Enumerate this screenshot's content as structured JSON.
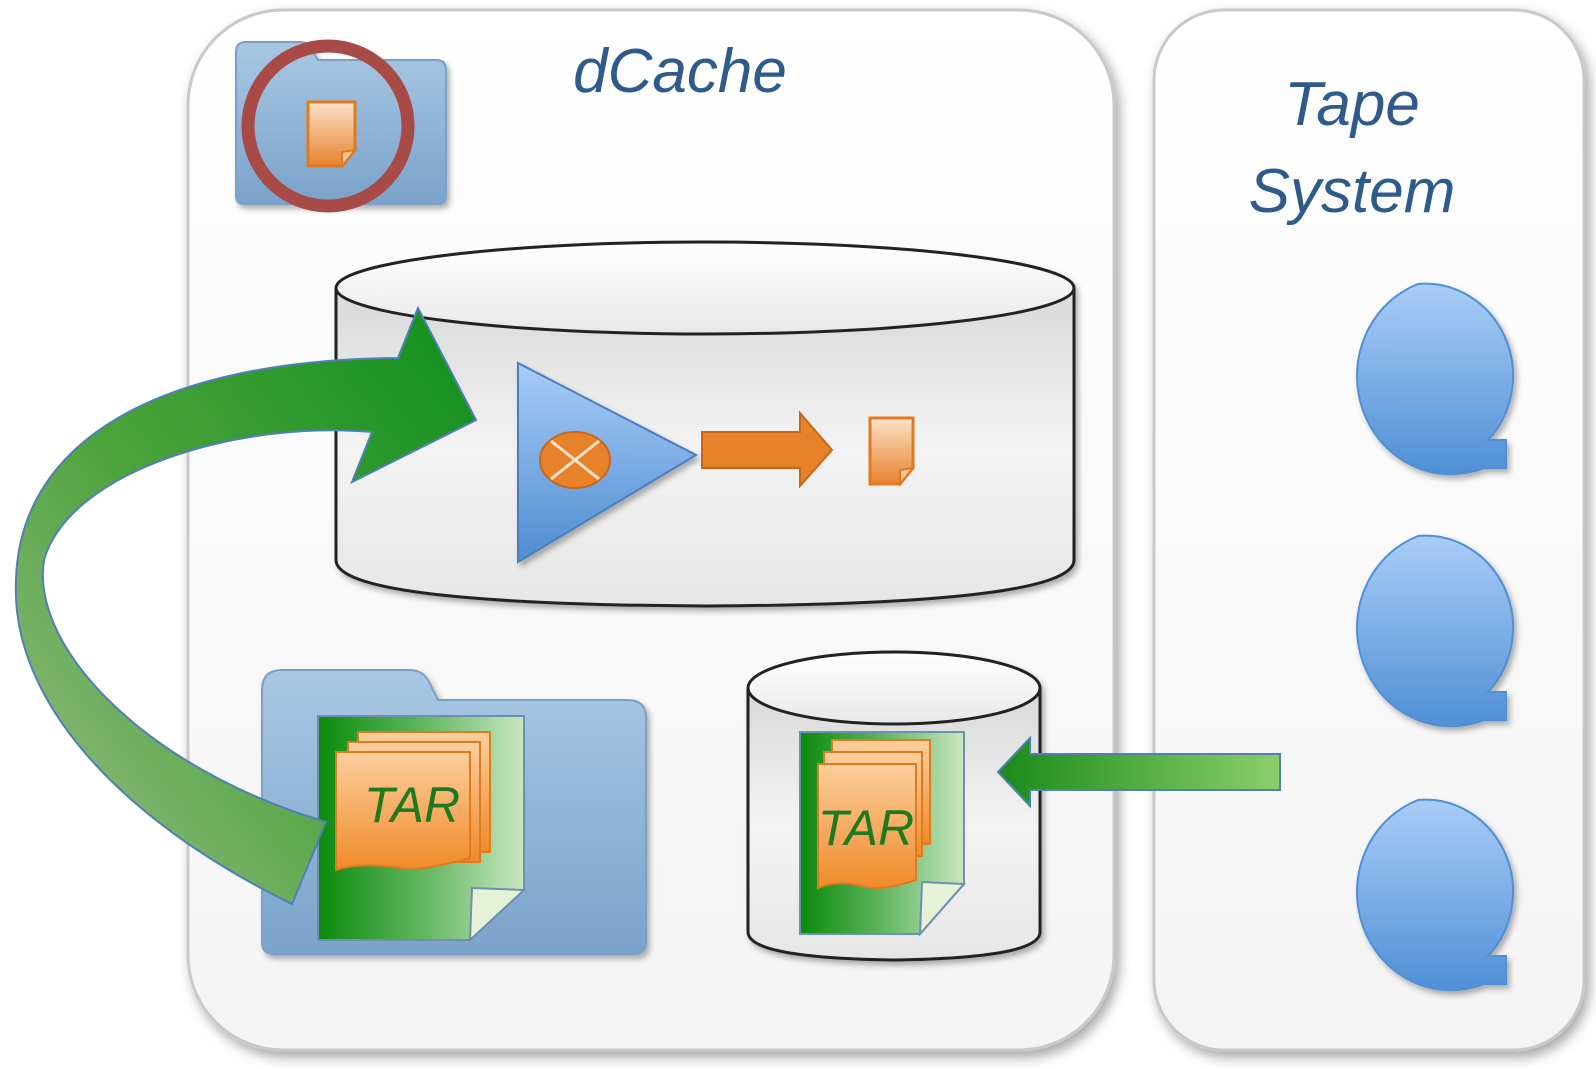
{
  "panels": {
    "dcache_label": "dCache",
    "tape_label_line1": "Tape",
    "tape_label_line2": "System"
  },
  "files": {
    "tar_label_folder": "TAR",
    "tar_label_pool": "TAR"
  },
  "colors": {
    "label_blue": "#2e5a8c",
    "folder_blue": "#8fb5d8",
    "highlight_ring": "#a84a45",
    "file_orange": "#e8822a",
    "arrow_green": "#2e9a2e",
    "tape_blue": "#6fa8e6"
  },
  "icons": [
    "folder-icon",
    "file-icon",
    "tar-archive-icon",
    "disk-cylinder-icon",
    "tape-reel-icon",
    "unpack-triangle-icon",
    "arrow-icon"
  ]
}
